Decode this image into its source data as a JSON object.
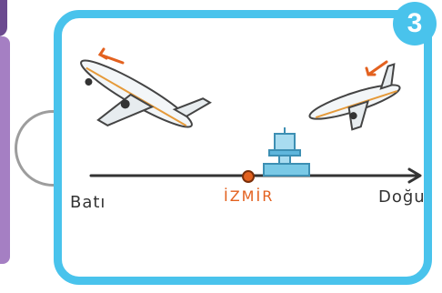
{
  "card": {
    "step_number": "3"
  },
  "diagram": {
    "west_label": "Batı",
    "city_label": "İZMİR",
    "east_label": "Doğu"
  },
  "colors": {
    "card_border": "#49c3ec",
    "accent": "#e3611f",
    "side_panel": "#a57fc3"
  },
  "icons": [
    "airplane-icon",
    "control-tower-icon",
    "arrow-icon",
    "location-dot-icon"
  ]
}
